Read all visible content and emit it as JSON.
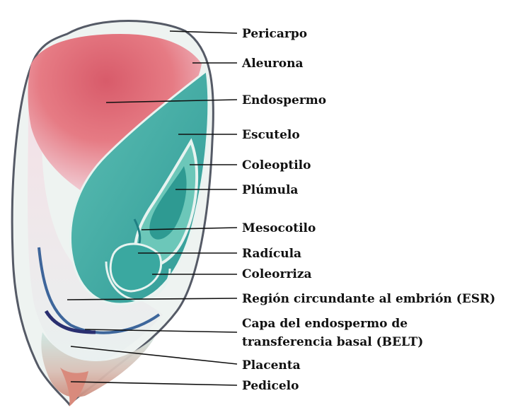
{
  "labels": {
    "pericarpo": "Pericarpo",
    "aleurona": "Aleurona",
    "endospermo": "Endospermo",
    "escutelo": "Escutelo",
    "coleoptilo": "Coleoptilo",
    "plumula": "Plúmula",
    "mesocotilo": "Mesocotilo",
    "radicula": "Radícula",
    "coleorriza": "Coleorriza",
    "esr": "Región circundante al embrión (ESR)",
    "belt_line1": "Capa del endospermo de",
    "belt_line2": "transferencia basal (BELT)",
    "placenta": "Placenta",
    "pedicelo": "Pedicelo"
  },
  "colors": {
    "endosperm": "#e0606a",
    "endosperm_light": "#f2d6dc",
    "embryo": "#3aa8a0",
    "embryo_dark": "#1f7f83",
    "embryo_light": "#8fd3c6",
    "pericarp": "#555a66",
    "esr_band": "#1e4d8c",
    "belt": "#2a2f70",
    "pedicel": "#d98a7c",
    "leader": "#111111"
  }
}
